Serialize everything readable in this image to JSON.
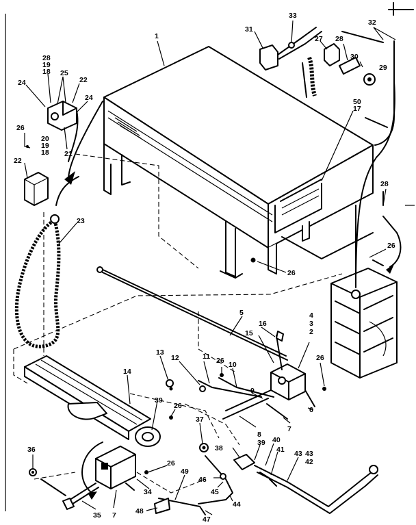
{
  "labels": {
    "l1": "1",
    "l33": "33",
    "l32": "32",
    "l31": "31",
    "l27": "27",
    "l28a": "28",
    "l30": "30",
    "l29a": "29",
    "l28b": "28",
    "l19a": "19",
    "l18a": "18",
    "l25": "25",
    "l24a": "24",
    "l22a": "22",
    "l24b": "24",
    "l21": "21",
    "l26a": "26",
    "l20": "20",
    "l19b": "19",
    "l18b": "18",
    "l22b": "22",
    "l23": "23",
    "l50": "50",
    "l17": "17",
    "l28c": "28",
    "l26b": "26",
    "l26c": "26",
    "l5": "5",
    "l16": "16",
    "l15": "15",
    "l4": "4",
    "l3": "3",
    "l2": "2",
    "l13": "13",
    "l12": "12",
    "l11": "11",
    "l26d": "26",
    "l10": "10",
    "l26e": "26",
    "l14": "14",
    "l9": "9",
    "l6": "6",
    "l39a": "39",
    "l26f": "26",
    "l8": "8",
    "l7a": "7",
    "l37": "37",
    "l36": "36",
    "l26g": "26",
    "l38": "38",
    "l39b": "39",
    "l40": "40",
    "l41": "41",
    "l43a": "43",
    "l43b": "43",
    "l42": "42",
    "l49": "49",
    "l46": "46",
    "l45": "45",
    "l34": "34",
    "l35": "35",
    "l7b": "7",
    "l48": "48",
    "l47": "47",
    "l44": "44"
  }
}
